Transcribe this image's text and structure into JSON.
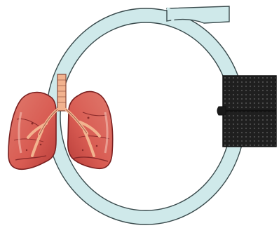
{
  "diagram": {
    "title": "",
    "colors": {
      "background": "#ffffff",
      "tube_fill": "#cfe9ea",
      "tube_stroke": "#3a4b4d",
      "lung_fill": "#d85b52",
      "lung_dark": "#9d2c2c",
      "lung_highlight": "#efb3a6",
      "bronchi": "#f2b38f",
      "device_fill": "#1f1f1f",
      "device_dot": "#4b4b4b"
    },
    "components": [
      {
        "id": "lungs",
        "icon": "lungs-icon"
      },
      {
        "id": "circuit-tube",
        "icon": "tube-loop-icon"
      },
      {
        "id": "oxygenator",
        "icon": "membrane-device-icon"
      }
    ]
  }
}
